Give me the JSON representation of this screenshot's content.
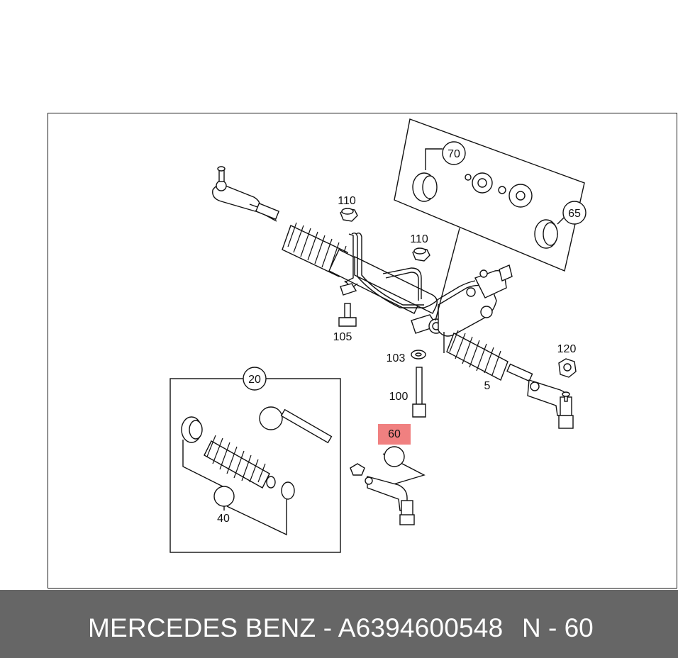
{
  "diagram": {
    "callouts": {
      "c5": "5",
      "c20": "20",
      "c40": "40",
      "c60": "60",
      "c65": "65",
      "c70": "70",
      "c100": "100",
      "c103": "103",
      "c105": "105",
      "c110a": "110",
      "c110b": "110",
      "c120": "120"
    },
    "highlight_color": "#f08080"
  },
  "footer": {
    "title": "MERCEDES BENZ - A6394600548",
    "ref": "N - 60",
    "background": "#666666"
  }
}
